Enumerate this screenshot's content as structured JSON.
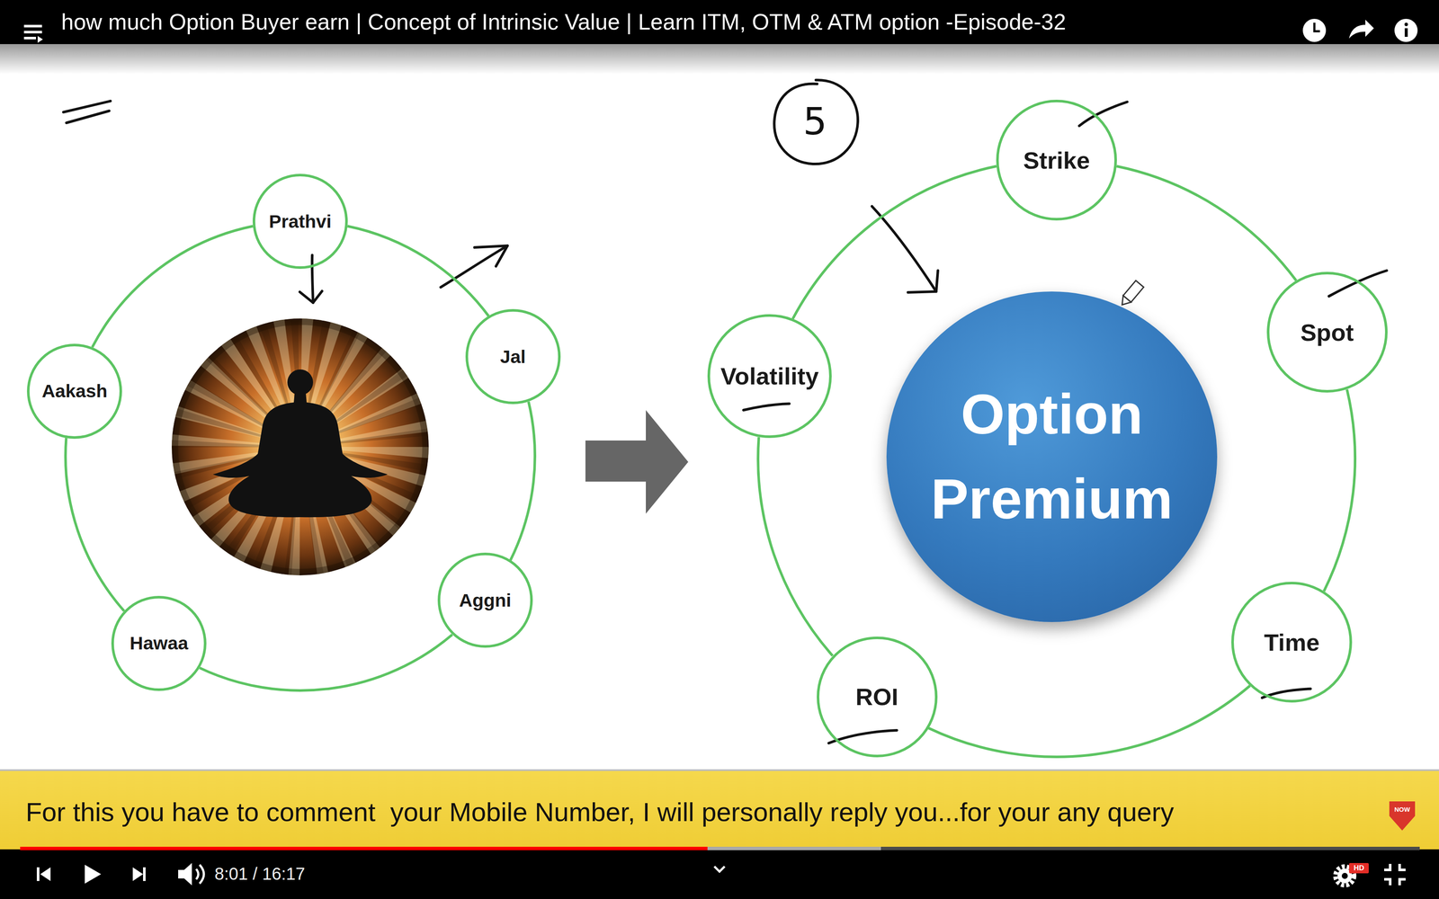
{
  "diagram": {
    "title": "how much Option Buyer earn | Concept of Intrinsic Value | Learn ITM, OTM & ATM option -Episode-32",
    "nodes": [
      {
        "text": [
          "Prathvi"
        ]
      },
      {
        "text": [
          "Jal"
        ]
      },
      {
        "text": [
          "Aggni"
        ]
      },
      {
        "text": [
          "Hawaa"
        ]
      },
      {
        "text": [
          "Aakash"
        ]
      },
      {
        "text": [
          "Strike"
        ]
      },
      {
        "text": [
          "Spot"
        ]
      },
      {
        "text": [
          "Time"
        ]
      },
      {
        "text": [
          "ROI"
        ]
      },
      {
        "text": [
          "Volatility"
        ]
      },
      {
        "text": [
          "Option Premium"
        ]
      }
    ],
    "edges": [
      {
        "from": 0,
        "to": 1,
        "arrow": "none"
      },
      {
        "from": 1,
        "to": 2,
        "arrow": "none"
      },
      {
        "from": 2,
        "to": 3,
        "arrow": "none"
      },
      {
        "from": 3,
        "to": 4,
        "arrow": "none"
      },
      {
        "from": 4,
        "to": 0,
        "arrow": "none"
      },
      {
        "from": 5,
        "to": 6,
        "arrow": "none"
      },
      {
        "from": 6,
        "to": 7,
        "arrow": "none"
      },
      {
        "from": 7,
        "to": 8,
        "arrow": "none"
      },
      {
        "from": 8,
        "to": 9,
        "arrow": "none"
      },
      {
        "from": 9,
        "to": 5,
        "arrow": "none"
      }
    ],
    "labels": [
      "5",
      "For this you have to comment  your Mobile Number, I will personally reply you...for your any query",
      "NOW",
      "8:01 / 16:17",
      "HD"
    ]
  }
}
